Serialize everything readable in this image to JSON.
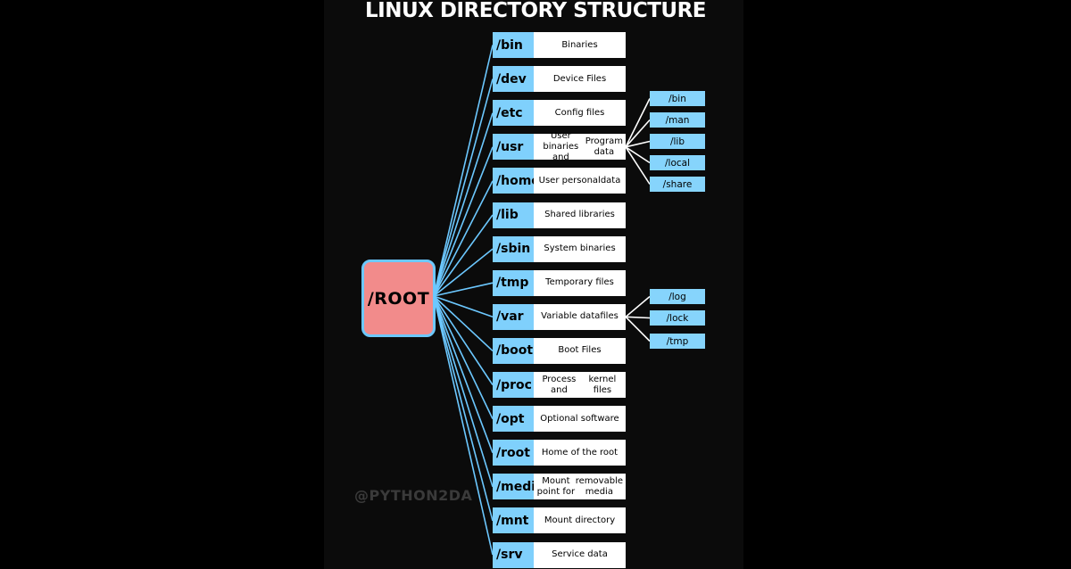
{
  "title": "LINUX DIRECTORY STRUCTURE",
  "root_label": "/ROOT",
  "watermark": "@PYTHON2DA",
  "colors": {
    "background": "#000000",
    "panel": "#0b0b0b",
    "root_fill": "#f28b8b",
    "accent_blue": "#7fd0fc",
    "connector": "#6cc8ff"
  },
  "directories": [
    {
      "name": "/bin",
      "desc": [
        "Binaries"
      ]
    },
    {
      "name": "/dev",
      "desc": [
        "Device Files"
      ]
    },
    {
      "name": "/etc",
      "desc": [
        "Config files"
      ]
    },
    {
      "name": "/usr",
      "desc": [
        "User binaries and",
        "Program data"
      ]
    },
    {
      "name": "/home",
      "desc": [
        "User personal",
        "data"
      ]
    },
    {
      "name": "/lib",
      "desc": [
        "Shared libraries"
      ]
    },
    {
      "name": "/sbin",
      "desc": [
        "System binaries"
      ]
    },
    {
      "name": "/tmp",
      "desc": [
        "Temporary files"
      ]
    },
    {
      "name": "/var",
      "desc": [
        "Variable data",
        "files"
      ]
    },
    {
      "name": "/boot",
      "desc": [
        "Boot Files"
      ]
    },
    {
      "name": "/proc",
      "desc": [
        "Process and",
        "kernel files"
      ]
    },
    {
      "name": "/opt",
      "desc": [
        "Optional software"
      ]
    },
    {
      "name": "/root",
      "desc": [
        "Home of the root"
      ]
    },
    {
      "name": "/media",
      "desc": [
        "Mount point for",
        "removable media"
      ]
    },
    {
      "name": "/mnt",
      "desc": [
        "Mount directory"
      ]
    },
    {
      "name": "/srv",
      "desc": [
        "Service data"
      ]
    }
  ],
  "usr_children": [
    "/bin",
    "/man",
    "/lib",
    "/local",
    "/share"
  ],
  "var_children": [
    "/log",
    "/lock",
    "/tmp"
  ]
}
